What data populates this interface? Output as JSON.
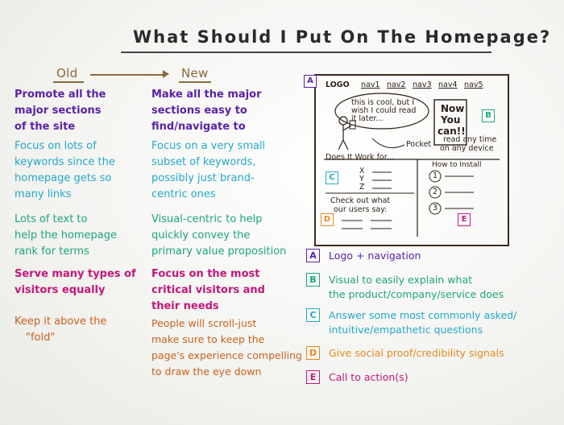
{
  "title": "What Should I Put On The Homepage?",
  "headers": {
    "old": "Old",
    "new": "New"
  },
  "old_items": [
    {
      "lines": [
        "Promote all the",
        "major sections",
        "of the site"
      ]
    },
    {
      "lines": [
        "Focus on lots of",
        "keywords since the",
        "homepage gets so",
        "many links"
      ]
    },
    {
      "lines": [
        "Lots of text to",
        "help the homepage",
        "rank for terms"
      ]
    },
    {
      "lines": [
        "Serve many types of",
        "visitors equally"
      ]
    },
    {
      "lines": [
        "Keep it above the",
        "\"fold\""
      ]
    }
  ],
  "new_items": [
    {
      "lines": [
        "Make all the major",
        "sections easy to",
        "find/navigate to"
      ]
    },
    {
      "lines": [
        "Focus on a very small",
        "subset of keywords,",
        "possibly just brand-",
        "centric ones"
      ]
    },
    {
      "lines": [
        "Visual-centric to help",
        "quickly convey the",
        "primary value proposition"
      ]
    },
    {
      "lines": [
        "Focus on the most",
        "critical visitors and",
        "their needs"
      ]
    },
    {
      "lines": [
        "People will scroll-just",
        "make sure to keep the",
        "page's experience compelling",
        "to draw the eye down"
      ]
    }
  ],
  "sketch": {
    "logo": "LOGO",
    "nav": [
      "nav1",
      "nav2",
      "nav3",
      "nav4",
      "nav5"
    ],
    "bubble": [
      "this is cool, but I",
      "wish I could read",
      "it later..."
    ],
    "now_box": [
      "Now",
      "You",
      "can!!"
    ],
    "pocket": "Pocket",
    "pocket_caption": [
      "read any time",
      "on any device"
    ],
    "works_title": "Does It Work for...",
    "works_items": [
      "X",
      "Y",
      "Z"
    ],
    "install_title": "How to Install",
    "install_steps": [
      "1",
      "2",
      "3"
    ],
    "users": [
      "Check out what",
      "our users say:"
    ],
    "badges": {
      "a": "A",
      "b": "B",
      "c": "C",
      "d": "D",
      "e": "E"
    }
  },
  "legend": [
    {
      "letter": "A",
      "color": "#5b22a6",
      "lines": [
        "Logo + navigation"
      ]
    },
    {
      "letter": "B",
      "color": "#1da67a",
      "lines": [
        "Visual to easily explain what",
        "the product/company/service does"
      ]
    },
    {
      "letter": "C",
      "color": "#23a9c9",
      "lines": [
        "Answer some most commonly asked/",
        "intuitive/empathetic questions"
      ]
    },
    {
      "letter": "D",
      "color": "#e58a1f",
      "lines": [
        "Give social proof/credibility signals"
      ]
    },
    {
      "letter": "E",
      "color": "#c4177a",
      "lines": [
        "Call to action(s)"
      ]
    }
  ]
}
